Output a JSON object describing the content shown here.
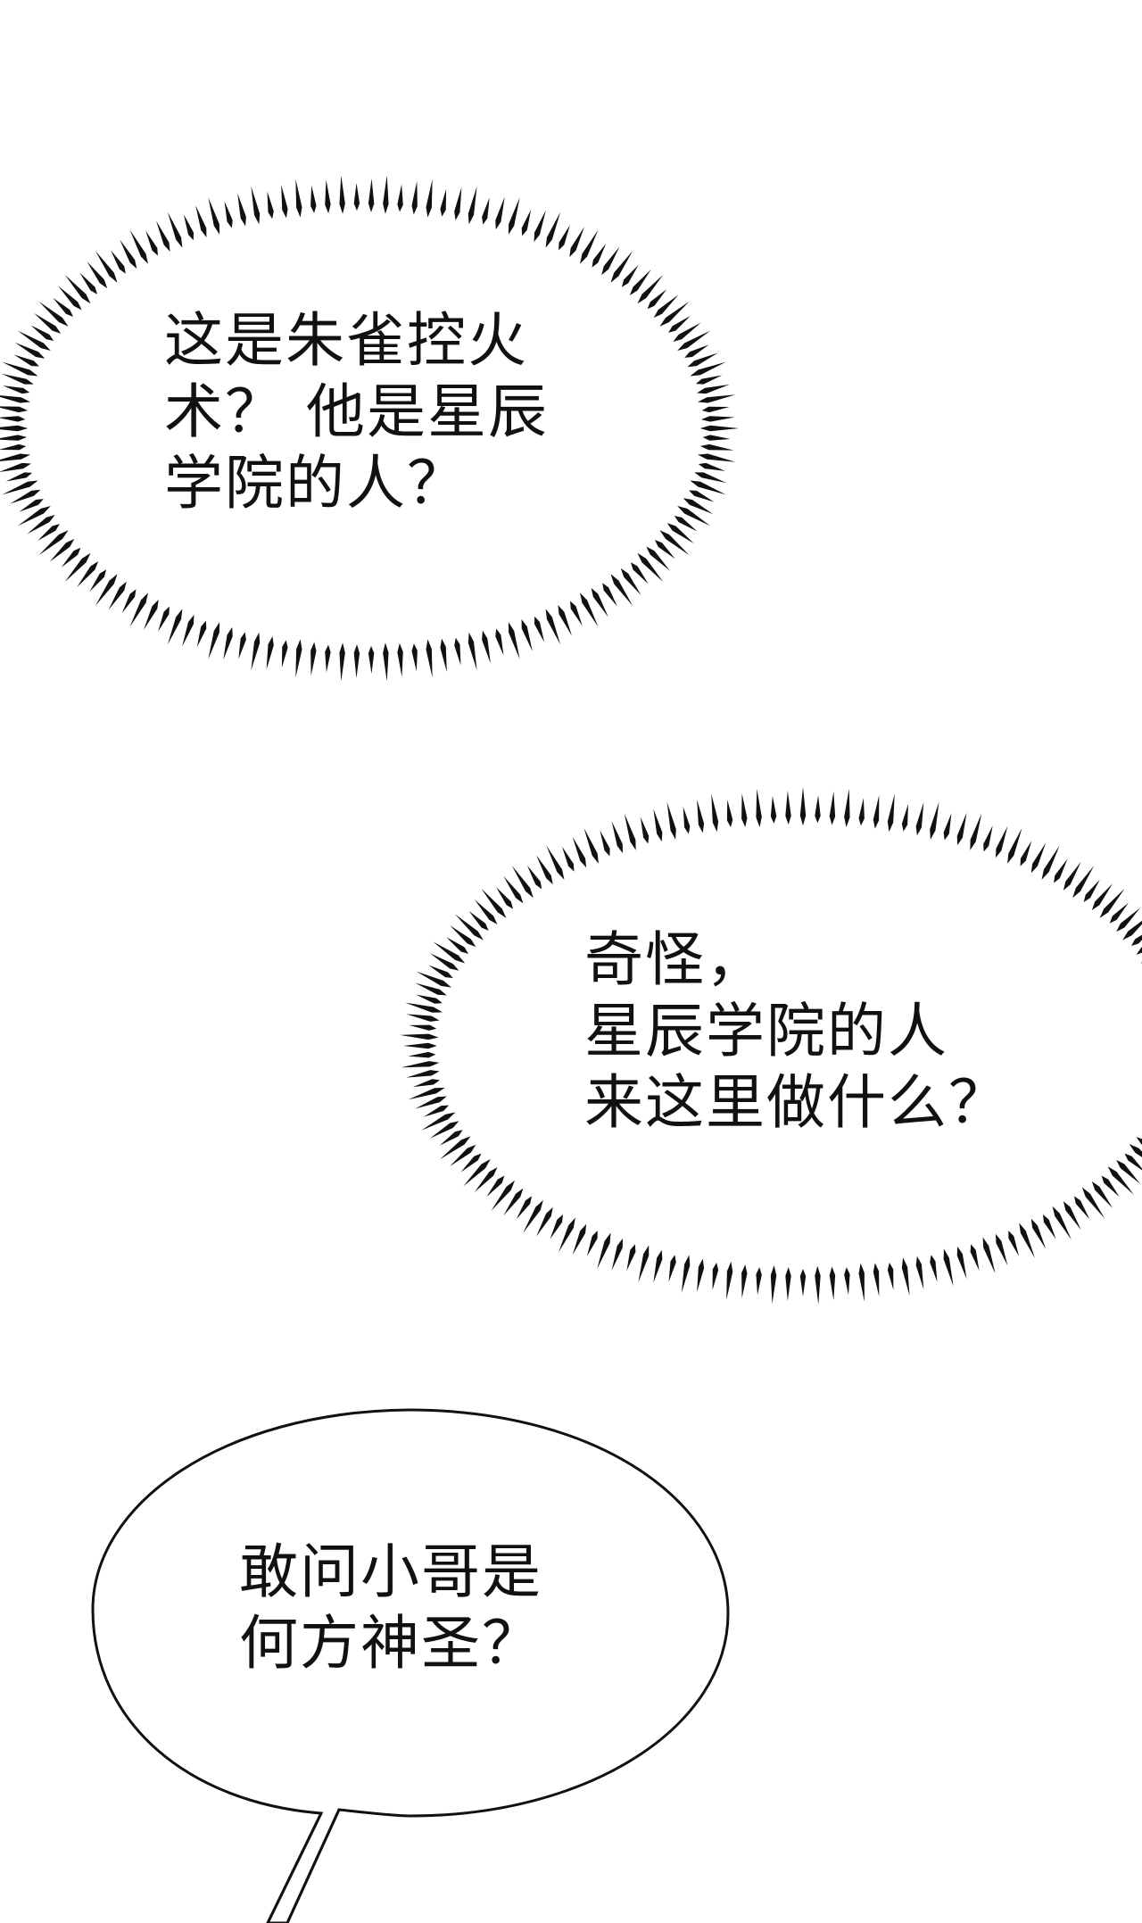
{
  "panel": {
    "background": "#ffffff",
    "ink": "#111111",
    "bubbles": [
      {
        "style": "spiky-thought",
        "lines": [
          "这是朱雀控火",
          "术？ 他是星辰",
          "学院的人？"
        ]
      },
      {
        "style": "spiky-thought",
        "lines": [
          "奇怪，",
          "星辰学院的人",
          "来这里做什么？"
        ]
      },
      {
        "style": "speech-with-tail",
        "lines": [
          "敢问小哥是",
          "何方神圣？"
        ]
      }
    ]
  }
}
